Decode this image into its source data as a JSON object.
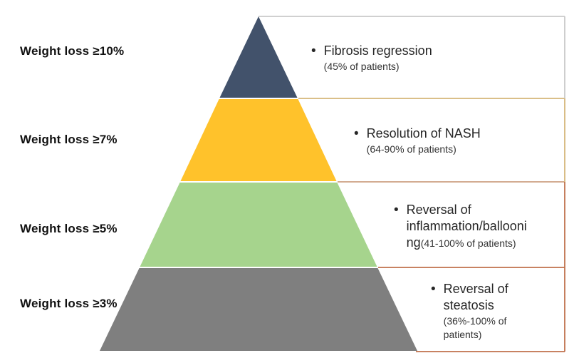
{
  "pyramid": {
    "bullet": "•",
    "tiers": [
      {
        "threshold": "Weight loss ≥10%",
        "color": "#42526B",
        "outcome": "Fibrosis regression",
        "outcome_detail": "(45% of patients)"
      },
      {
        "threshold": "Weight loss ≥7%",
        "color": "#FFC22B",
        "outcome": "Resolution of NASH",
        "outcome_detail": "(64-90% of patients)"
      },
      {
        "threshold": "Weight loss ≥5%",
        "color": "#A6D48D",
        "outcome": "Reversal of\ninflammation/ballooni\nng",
        "outcome_detail": "(41-100% of patients)"
      },
      {
        "threshold": "Weight loss ≥3%",
        "color": "#7F7F7F",
        "outcome": "Reversal of\nsteatosis",
        "outcome_detail": "(36%-100% of\npatients)"
      }
    ],
    "separator_color": "#FFFFFF",
    "border_colors": {
      "tier1": "#C9C9C9",
      "tier2": "#D5B678",
      "tier3": "#CDA183",
      "tier4": "#C0714C"
    }
  }
}
